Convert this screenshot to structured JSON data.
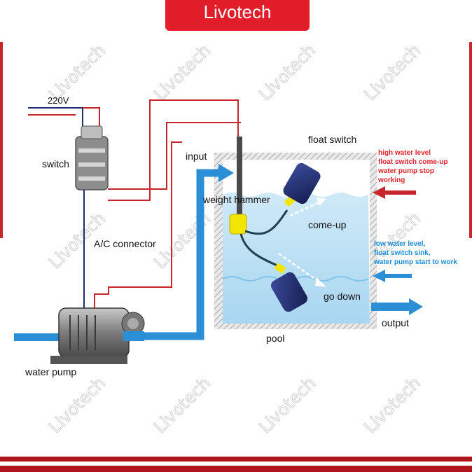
{
  "brand": {
    "logo_text": "Livotech",
    "watermark_text": "Livotech",
    "color": "#e11d2a"
  },
  "labels": {
    "voltage": "220V",
    "switch": "switch",
    "input": "input",
    "float_switch": "float switch",
    "weight_hammer": "weight hammer",
    "come_up": "come-up",
    "ac_connector": "A/C connector",
    "go_down": "go down",
    "output": "output",
    "pool": "pool",
    "water_pump": "water pump"
  },
  "notes": {
    "high_water": [
      "high water level",
      "float switch come-up",
      "water pump stop",
      "working"
    ],
    "low_water": [
      "low water level,",
      "float switch sink,",
      "water pump start to work"
    ]
  },
  "colors": {
    "wire_red": "#c8262c",
    "water_blue": "#2b8fd8",
    "float_navy": "#1f2c6e",
    "weight_yellow": "#f2e500"
  }
}
